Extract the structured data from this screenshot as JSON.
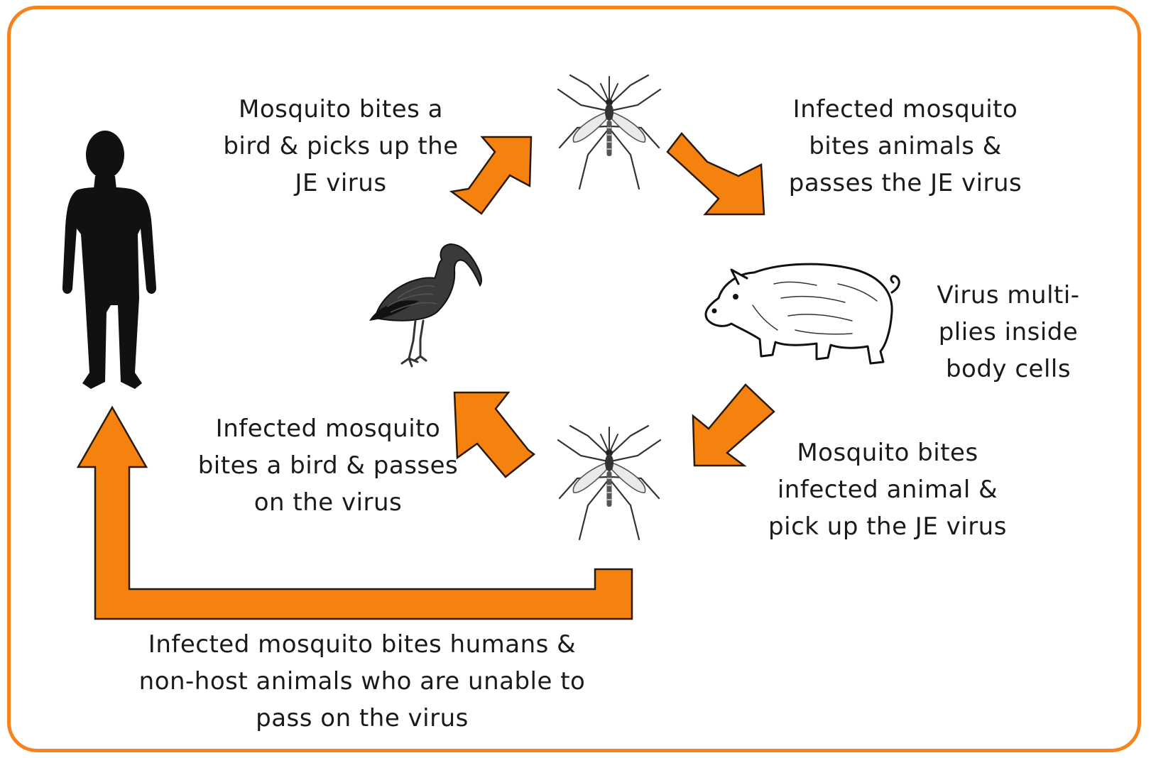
{
  "steps": {
    "bird_to_mosquito": [
      "Mosquito bites a",
      "bird & picks up the",
      "JE virus"
    ],
    "mosquito_to_animal": [
      "Infected mosquito",
      "bites animals &",
      "passes the JE virus"
    ],
    "virus_multiplies": [
      "Virus multi-",
      "plies inside",
      "body cells"
    ],
    "animal_to_mosquito": [
      "Mosquito bites",
      "infected animal &",
      "pick up the JE virus"
    ],
    "mosquito_to_bird": [
      "Infected mosquito",
      "bites a bird & passes",
      "on the virus"
    ],
    "mosquito_to_human": [
      "Infected mosquito bites humans &",
      "non-host animals who are unable to",
      "pass on the virus"
    ]
  },
  "icons": {
    "human": "human-silhouette-icon",
    "bird": "ibis-bird-icon",
    "pig": "pig-icon",
    "mosquito": "mosquito-icon"
  },
  "colors": {
    "accent": "#f5841f",
    "arrow_fill": "#f5820f",
    "arrow_stroke": "#2a1a0a",
    "text": "#1a1a1a"
  }
}
